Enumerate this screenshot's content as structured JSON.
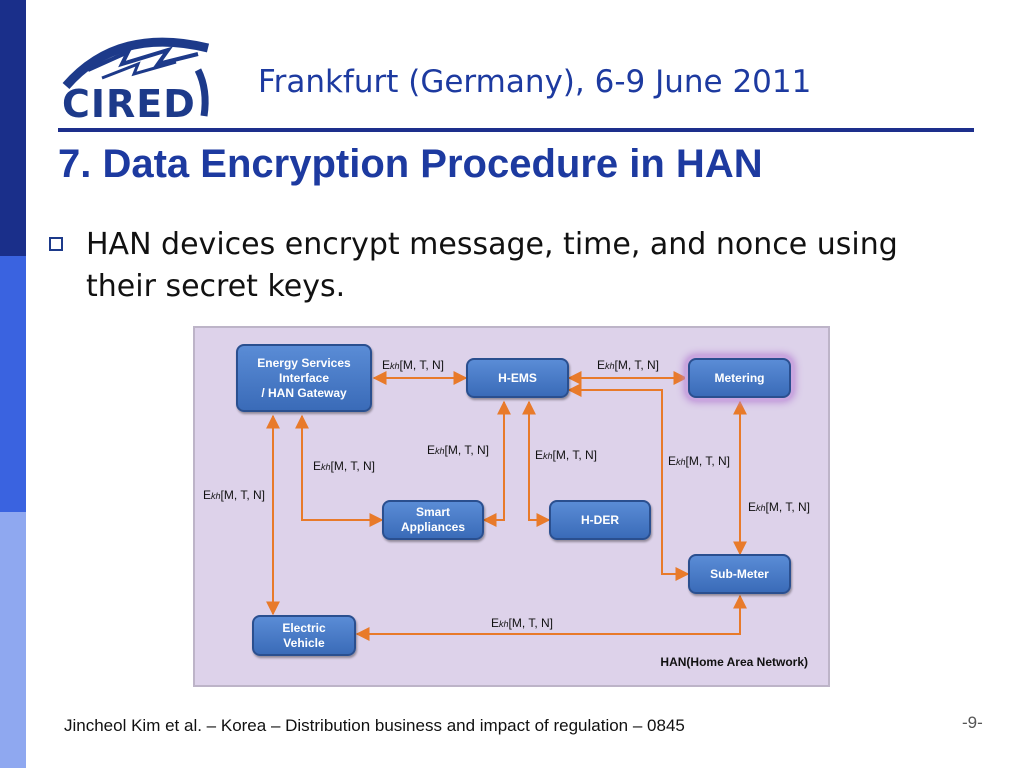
{
  "header": {
    "logo_text": "CIRED",
    "subtitle": "Frankfurt (Germany), 6-9 June 2011"
  },
  "slide": {
    "title": "7. Data Encryption Procedure in HAN",
    "bullet": "HAN devices encrypt message, time, and nonce using their secret keys."
  },
  "diagram": {
    "nodes": {
      "esi": "Energy Services Interface / HAN Gateway",
      "hems": "H-EMS",
      "metering": "Metering",
      "smart": "Smart Appliances",
      "hder": "H-DER",
      "submeter": "Sub-Meter",
      "ev": "Electric Vehicle"
    },
    "esi_lines": [
      "Energy Services",
      "Interface",
      "/ HAN Gateway"
    ],
    "smart_lines": [
      "Smart",
      "Appliances"
    ],
    "ev_lines": [
      "Electric",
      "Vehicle"
    ],
    "edge_label": {
      "prefix": "E",
      "subscript": "kh",
      "suffix": "[M, T, N]"
    },
    "network_label": "HAN(Home Area Network)"
  },
  "footer": {
    "citation": "Jincheol Kim et al. – Korea – Distribution business and impact of regulation – 0845",
    "page": "-9-"
  },
  "colors": {
    "sidebar_dark": "#1a2f8a",
    "sidebar_mid": "#3a63e0",
    "sidebar_light": "#8fa8f0",
    "title_blue": "#1d3aa0",
    "arrow_orange": "#e87a2a",
    "diagram_bg": "#ddd2ea",
    "node_blue": "#4a7cc8"
  },
  "icons": {
    "bullet": "hollow-square-icon",
    "logo": "cired-lightning-logo"
  }
}
